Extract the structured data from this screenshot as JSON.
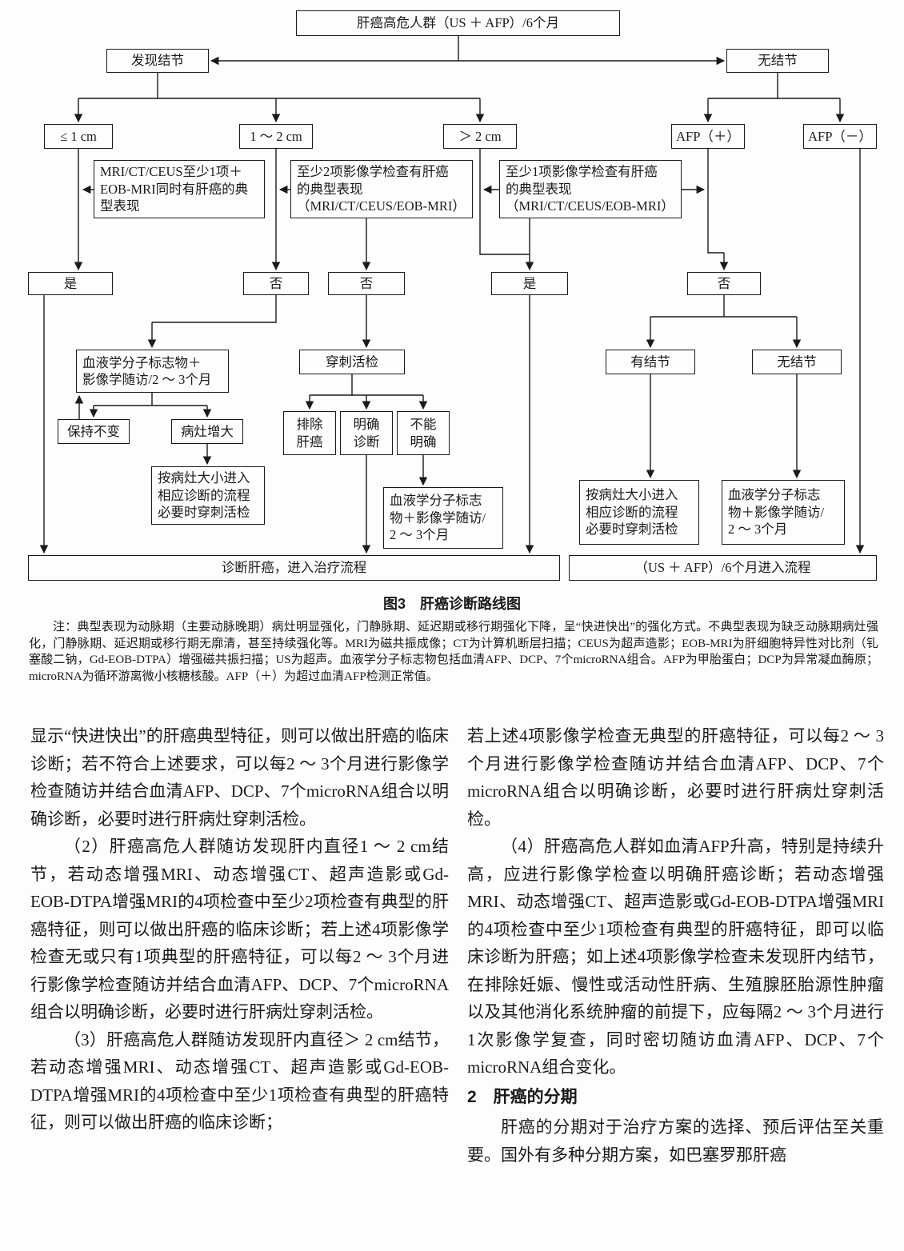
{
  "figure": {
    "caption": "图3　肝癌诊断路线图",
    "nodes": {
      "top": "肝癌高危人群（US ＋ AFP）/6个月",
      "found_nodule": "发现结节",
      "no_nodule": "无结节",
      "le_1cm": "≤ 1 cm",
      "cm_1_2": "1 ～ 2 cm",
      "gt_2cm": "＞ 2 cm",
      "afp_pos": "AFP（＋）",
      "afp_neg": "AFP（－）",
      "cond_a": "MRI/CT/CEUS至少1项＋\nEOB-MRI同时有肝癌的典\n型表现",
      "cond_b": "至少2项影像学检查有肝癌\n的典型表现\n（MRI/CT/CEUS/EOB-MRI）",
      "cond_c": "至少1项影像学检查有肝癌\n的典型表现\n（MRI/CT/CEUS/EOB-MRI）",
      "yes_1": "是",
      "no_1": "否",
      "no_2": "否",
      "yes_2": "是",
      "no_3": "否",
      "serum_1": "血液学分子标志物＋\n影像学随访/2 ～ 3个月",
      "biopsy": "穿刺活检",
      "nodule_yes": "有结节",
      "nodule_no": "无结节",
      "unchanged": "保持不变",
      "enlarged": "病灶增大",
      "exclude": "排除\n肝癌",
      "confirmed": "明确\n诊断",
      "unclear": "不能\n明确",
      "size_flow_1": "按病灶大小进入\n相应诊断的流程\n必要时穿刺活检",
      "serum_2": "血液学分子标志\n物＋影像学随访/\n2 ～ 3个月",
      "size_flow_2": "按病灶大小进入\n相应诊断的流程\n必要时穿刺活检",
      "serum_3": "血液学分子标志\n物＋影像学随访/\n2 ～ 3个月",
      "diagnose": "诊断肝癌，进入治疗流程",
      "re_enter": "（US ＋ AFP）/6个月进入流程"
    }
  },
  "note": {
    "text": "注：典型表现为动脉期（主要动脉晚期）病灶明显强化，门静脉期、延迟期或移行期强化下降，呈“快进快出”的强化方式。不典型表现为缺乏动脉期病灶强化，门静脉期、延迟期或移行期无廓清，甚至持续强化等。MRI为磁共振成像；CT为计算机断层扫描；CEUS为超声造影；EOB-MRI为肝细胞特异性对比剂（钆塞酸二钠，Gd-EOB-DTPA）增强磁共振扫描；US为超声。血液学分子标志物包括血清AFP、DCP、7个microRNA组合。AFP为甲胎蛋白；DCP为异常凝血酶原；microRNA为循环游离微小核糖核酸。AFP（＋）为超过血清AFP检测正常值。"
  },
  "article": {
    "left": {
      "p1": "显示“快进快出”的肝癌典型特征，则可以做出肝癌的临床诊断；若不符合上述要求，可以每2 ～ 3个月进行影像学检查随访并结合血清AFP、DCP、7个microRNA组合以明确诊断，必要时进行肝病灶穿刺活检。",
      "p2": "（2）肝癌高危人群随访发现肝内直径1 ～ 2 cm结节，若动态增强MRI、动态增强CT、超声造影或Gd-EOB-DTPA增强MRI的4项检查中至少2项检查有典型的肝癌特征，则可以做出肝癌的临床诊断；若上述4项影像学检查无或只有1项典型的肝癌特征，可以每2 ～ 3个月进行影像学检查随访并结合血清AFP、DCP、7个microRNA组合以明确诊断，必要时进行肝病灶穿刺活检。",
      "p3": "（3）肝癌高危人群随访发现肝内直径＞ 2 cm结节，若动态增强MRI、动态增强CT、超声造影或Gd-EOB-DTPA增强MRI的4项检查中至少1项检查有典型的肝癌特征，则可以做出肝癌的临床诊断；"
    },
    "right": {
      "p1": "若上述4项影像学检查无典型的肝癌特征，可以每2 ～ 3个月进行影像学检查随访并结合血清AFP、DCP、7个microRNA组合以明确诊断，必要时进行肝病灶穿刺活检。",
      "p2": "（4）肝癌高危人群如血清AFP升高，特别是持续升高，应进行影像学检查以明确肝癌诊断；若动态增强MRI、动态增强CT、超声造影或Gd-EOB-DTPA增强MRI的4项检查中至少1项检查有典型的肝癌特征，即可以临床诊断为肝癌；如上述4项影像学检查未发现肝内结节，在排除妊娠、慢性或活动性肝病、生殖腺胚胎源性肿瘤以及其他消化系统肿瘤的前提下，应每隔2 ～ 3个月进行1次影像学复查，同时密切随访血清AFP、DCP、7个microRNA组合变化。",
      "heading": "2　肝癌的分期",
      "p3": "肝癌的分期对于治疗方案的选择、预后评估至关重要。国外有多种分期方案，如巴塞罗那肝癌"
    }
  }
}
